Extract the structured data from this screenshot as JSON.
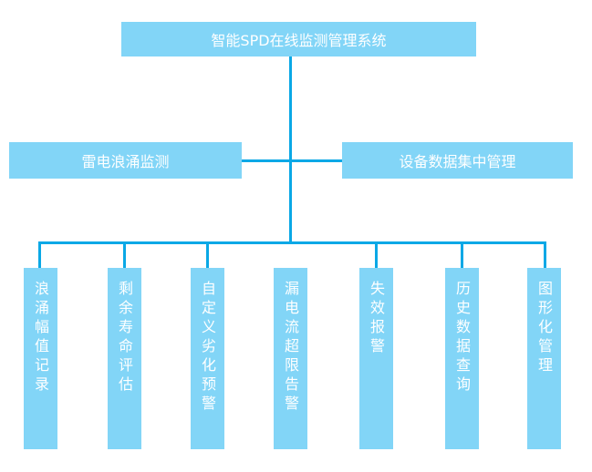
{
  "colors": {
    "box": "#82d5f7",
    "line": "#0aa8e6",
    "text": "#ffffff"
  },
  "root": "智能SPD在线监测管理系统",
  "branches": [
    "雷电浪涌监测",
    "设备数据集中管理"
  ],
  "leaves": [
    "浪涌幅值记录",
    "剩余寿命评估",
    "自定义劣化预警",
    "漏电流超限告警",
    "失效报警",
    "历史数据查询",
    "图形化管理"
  ]
}
